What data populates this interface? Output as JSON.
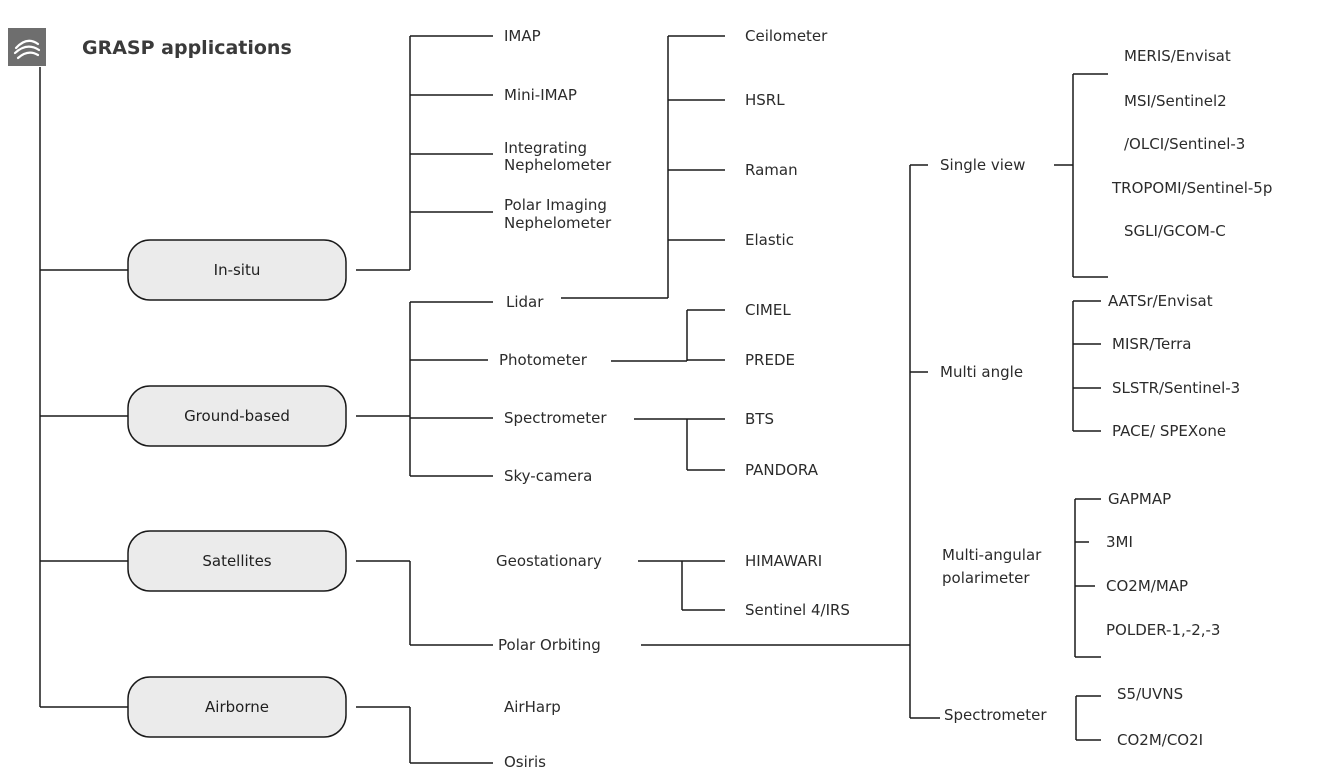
{
  "header": {
    "title": "GRASP applications",
    "logo_icon": "wave-logo-icon"
  },
  "tree": {
    "categories": [
      "In-situ",
      "Ground-based",
      "Satellites",
      "Airborne"
    ],
    "insitu": [
      "IMAP",
      "Mini-IMAP",
      "Integrating",
      "Nephelometer",
      "Polar Imaging",
      "Nephelometer"
    ],
    "ground": [
      "Lidar",
      "Photometer",
      "Spectrometer",
      "Sky-camera"
    ],
    "lidar": [
      "Ceilometer",
      "HSRL",
      "Raman",
      "Elastic"
    ],
    "photometer": [
      "CIMEL",
      "PREDE"
    ],
    "spectrometer": [
      "BTS",
      "PANDORA"
    ],
    "satellites": [
      "Geostationary",
      "Polar Orbiting"
    ],
    "geostationary": [
      "HIMAWARI",
      "Sentinel 4/IRS"
    ],
    "polar": [
      "Single view",
      "Multi angle",
      "Multi-angular",
      "polarimeter",
      "Spectrometer"
    ],
    "single_view": [
      "MERIS/Envisat",
      "MSI/Sentinel2",
      "/OLCI/Sentinel-3",
      "TROPOMI/Sentinel-5p",
      "SGLI/GCOM-C"
    ],
    "multi_angle": [
      "AATSr/Envisat",
      "MISR/Terra",
      "SLSTR/Sentinel-3",
      "PACE/ SPEXone"
    ],
    "polarimeter": [
      "GAPMAP",
      "3MI",
      "CO2M/MAP",
      "POLDER-1,-2,-3"
    ],
    "sat_spectrometer": [
      "S5/UVNS",
      "CO2M/CO2I"
    ],
    "airborne": [
      "AirHarp",
      "Osiris"
    ]
  }
}
